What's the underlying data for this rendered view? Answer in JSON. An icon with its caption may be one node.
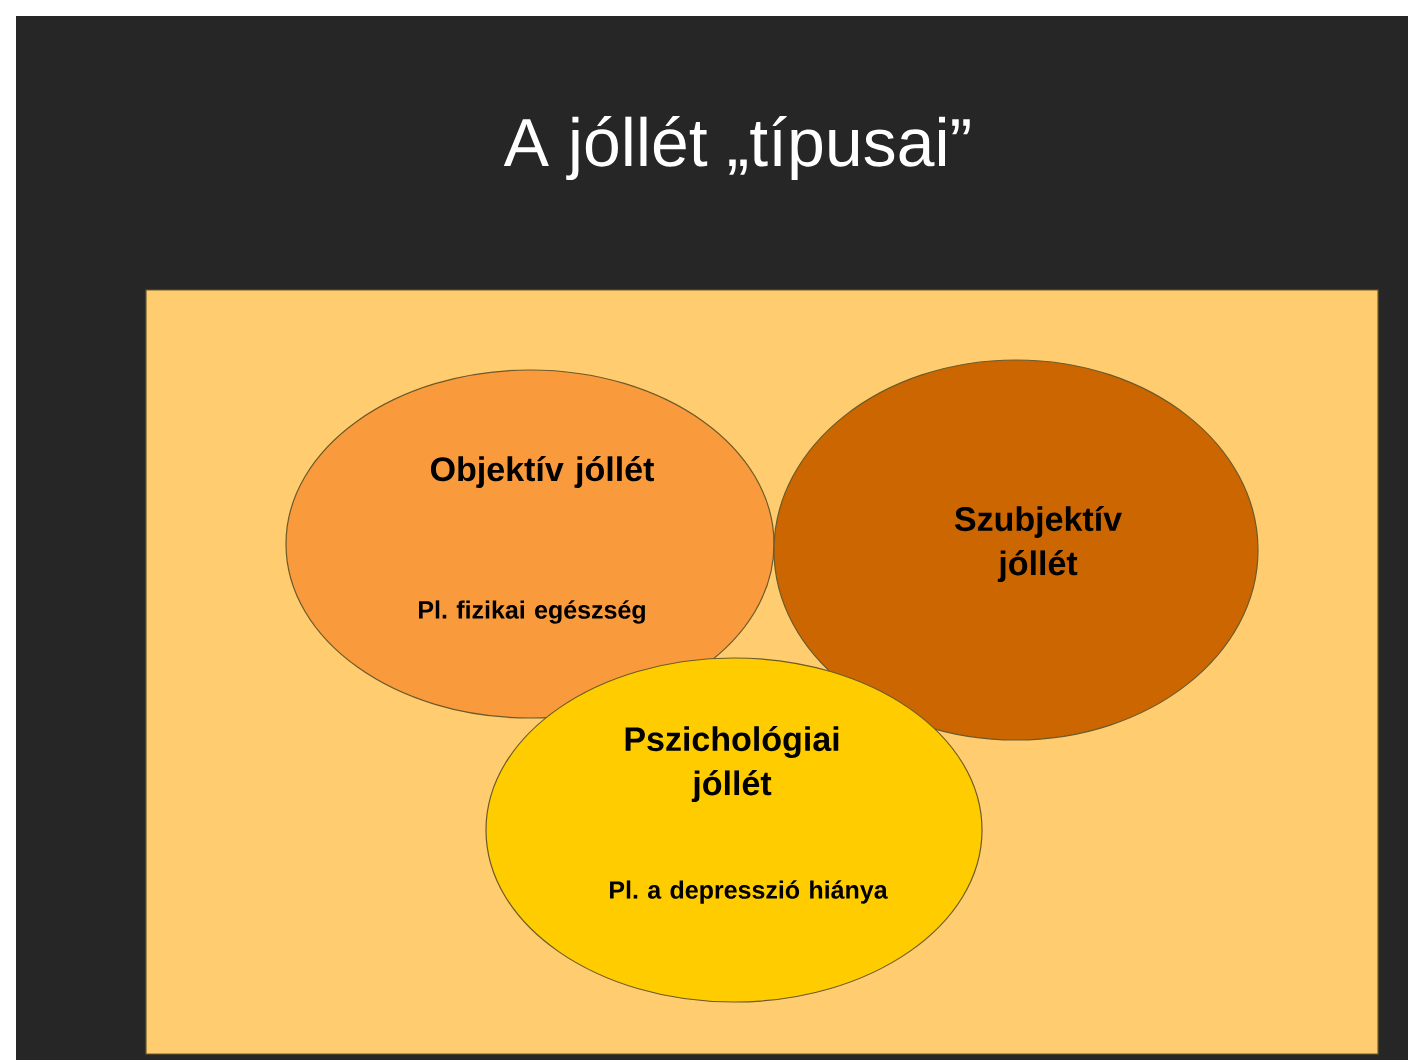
{
  "diagram": {
    "title": "A jóllét „típusai”",
    "nodes": [
      {
        "text": [],
        "shape": "box"
      },
      {
        "text": [
          "Objektív jóllét",
          "Pl. fizikai egészség"
        ],
        "in": 0
      },
      {
        "text": [
          "Szubjektív jóllét"
        ],
        "in": 0
      },
      {
        "text": [
          "Pszichológiai jóllét",
          "Pl. a depresszió hiánya"
        ],
        "in": 0
      }
    ]
  }
}
